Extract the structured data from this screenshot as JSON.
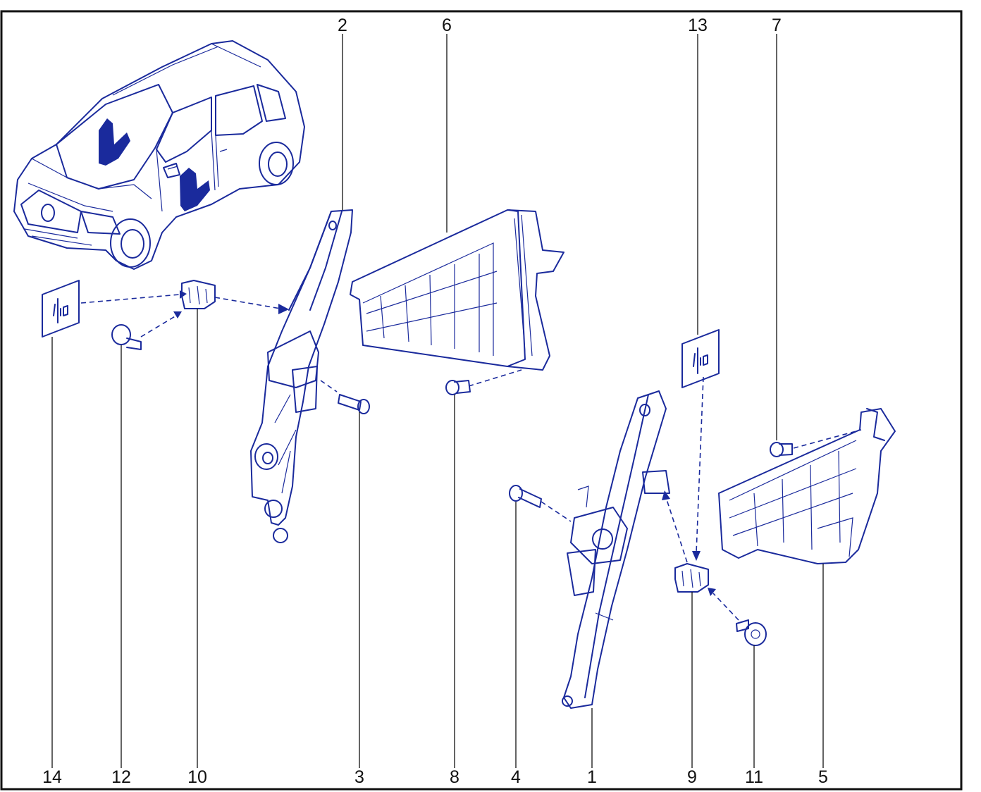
{
  "diagram": {
    "accent_color": "#1a2a9c",
    "callouts": [
      {
        "id": "c2",
        "label": "2"
      },
      {
        "id": "c6",
        "label": "6"
      },
      {
        "id": "c13",
        "label": "13"
      },
      {
        "id": "c7",
        "label": "7"
      },
      {
        "id": "c14",
        "label": "14"
      },
      {
        "id": "c12",
        "label": "12"
      },
      {
        "id": "c10",
        "label": "10"
      },
      {
        "id": "c3",
        "label": "3"
      },
      {
        "id": "c8",
        "label": "8"
      },
      {
        "id": "c4",
        "label": "4"
      },
      {
        "id": "c1",
        "label": "1"
      },
      {
        "id": "c9",
        "label": "9"
      },
      {
        "id": "c11",
        "label": "11"
      },
      {
        "id": "c5",
        "label": "5"
      }
    ],
    "parts": [
      {
        "name": "vehicle-illustration",
        "icon": "car-icon"
      },
      {
        "name": "window-regulator-front",
        "icon": "regulator-icon"
      },
      {
        "name": "window-regulator-rear",
        "icon": "regulator-icon"
      },
      {
        "name": "door-panel-bracket-upper",
        "icon": "bracket-icon"
      },
      {
        "name": "door-panel-bracket-lower",
        "icon": "bracket-icon"
      },
      {
        "name": "clip-label-left",
        "icon": "clip-label-icon"
      },
      {
        "name": "clip-label-right",
        "icon": "clip-label-icon"
      },
      {
        "name": "clip-left",
        "icon": "clip-icon"
      },
      {
        "name": "clip-right",
        "icon": "clip-icon"
      },
      {
        "name": "bolt",
        "icon": "bolt-icon"
      }
    ]
  }
}
